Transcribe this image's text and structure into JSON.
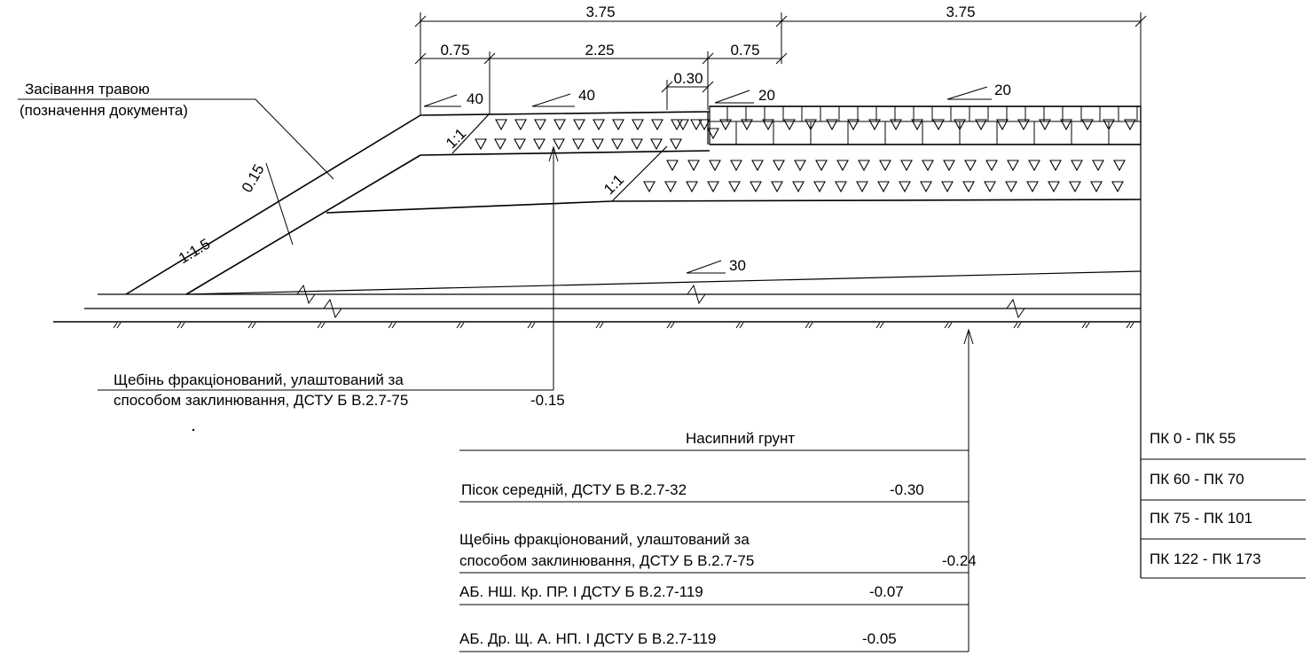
{
  "dimensions": {
    "top_left": "3.75",
    "top_right": "3.75",
    "shoulder": "0.75",
    "lane_main": "2.25",
    "lane_edge": "0.75",
    "strip": "0.30",
    "slope_layer": "0.15"
  },
  "thickness_marks": {
    "shoulder": "40",
    "lane_main": "40",
    "edge": "20",
    "paving": "20",
    "sand": "30"
  },
  "slopes": {
    "embankment": "1:1.5",
    "base_left": "1:1",
    "base_right": "1:1"
  },
  "callouts": {
    "grass": {
      "line1": "Засівання травою",
      "line2": "(позначення документа)"
    },
    "shoulder_stone": {
      "line1": "Щебінь фракціонований, улаштований за",
      "line2": "способом заклинювання, ДСТУ Б В.2.7-75",
      "value": "-0.15"
    }
  },
  "layers": [
    {
      "label": "Насипний грунт",
      "value": ""
    },
    {
      "label": "Пісок середній, ДСТУ Б В.2.7-32",
      "value": "-0.30"
    },
    {
      "label": "Щебінь фракціонований, улаштований за",
      "label2": "способом заклинювання, ДСТУ Б В.2.7-75",
      "value": "-0.24"
    },
    {
      "label": "АБ. НШ. Кр. ПР. I  ДСТУ Б В.2.7-119",
      "value": "-0.07"
    },
    {
      "label": "АБ. Др. Щ. А. НП. I  ДСТУ Б В.2.7-119",
      "value": "-0.05"
    }
  ],
  "pickets": [
    "ПК 0 - ПК 55",
    "ПК 60 - ПК 70",
    "ПК 75 - ПК 101",
    "ПК 122 - ПК 173"
  ]
}
